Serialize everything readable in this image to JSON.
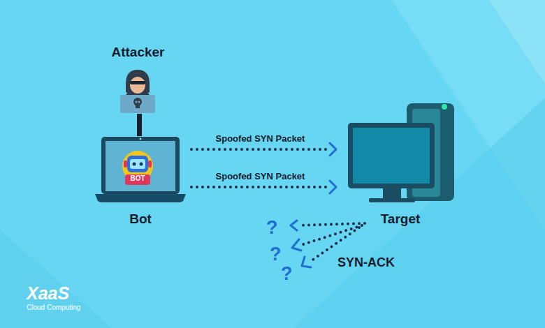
{
  "diagram": {
    "nodes": [
      {
        "text": [
          "Attacker"
        ]
      },
      {
        "text": [
          "BOT",
          "Bot"
        ]
      },
      {
        "text": [
          "Target"
        ]
      }
    ],
    "edges": [
      {
        "from": 0,
        "to": 1,
        "arrow": "none"
      },
      {
        "from": 1,
        "to": 2,
        "label": "Spoofed SYN Packet",
        "arrow": "to"
      },
      {
        "from": 1,
        "to": 2,
        "label": "Spoofed SYN Packet",
        "arrow": "to"
      }
    ],
    "labels": [
      "?",
      "?",
      "?",
      "SYN-ACK",
      "XaaS",
      "Cloud Computing"
    ]
  }
}
